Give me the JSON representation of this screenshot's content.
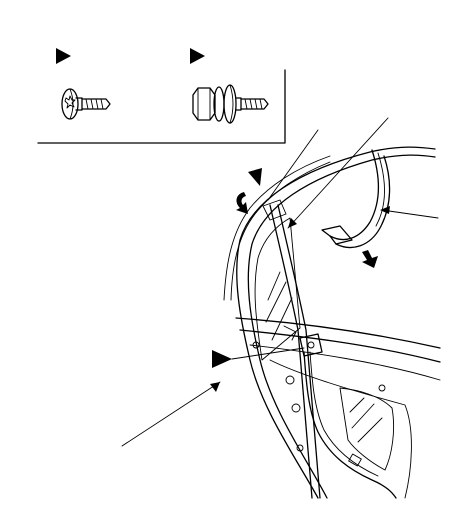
{
  "diagram": {
    "fastener_inset": {
      "items": [
        {
          "id": "torx-screw",
          "icon": "torx-screw-icon"
        },
        {
          "id": "flange-bolt",
          "icon": "flange-bolt-with-washer-icon"
        }
      ]
    },
    "door_view": {
      "pointers": [
        "lower-left-callout",
        "window-channel-callout",
        "trim-callout"
      ],
      "direction_arrows": [
        "rotate-tab-arrow",
        "pull-down-arrow"
      ]
    },
    "colors": {
      "line": "#000000",
      "background": "#ffffff"
    }
  }
}
